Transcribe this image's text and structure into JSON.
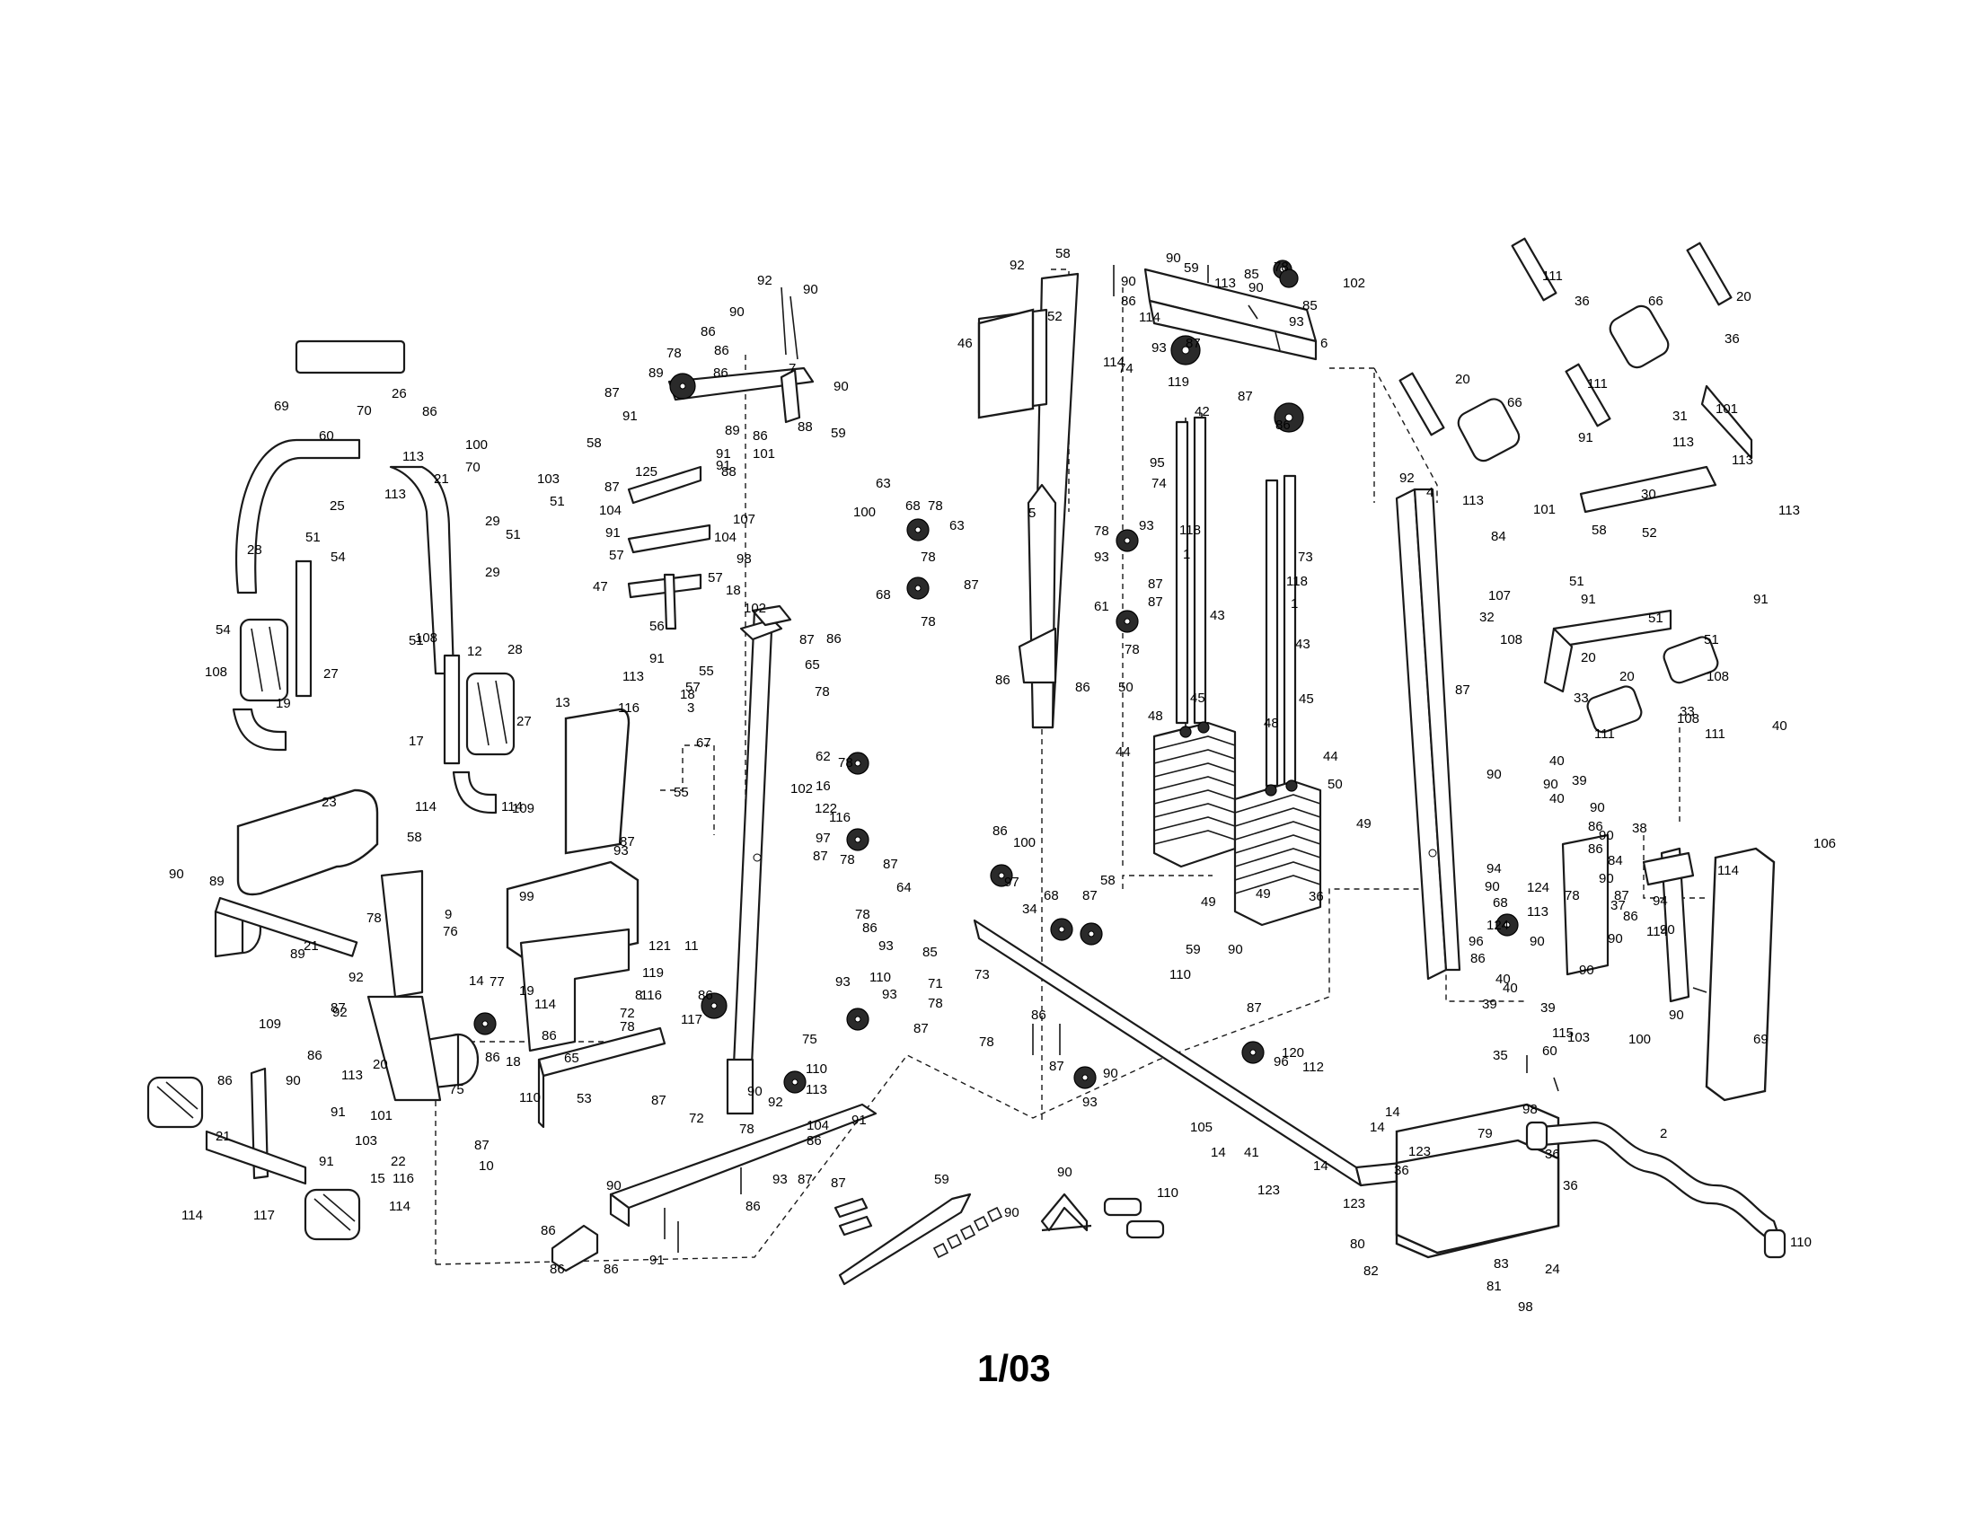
{
  "page_number": "1/03",
  "callouts": [
    "92",
    "90",
    "90",
    "86",
    "86",
    "7",
    "78",
    "89",
    "86",
    "90",
    "87",
    "91",
    "91",
    "59",
    "58",
    "88",
    "88",
    "86",
    "125",
    "89",
    "91",
    "101",
    "87",
    "104",
    "107",
    "91",
    "104",
    "57",
    "98",
    "47",
    "57",
    "18",
    "56",
    "102",
    "86",
    "55",
    "113",
    "91",
    "57",
    "63",
    "68",
    "78",
    "63",
    "100",
    "78",
    "68",
    "78",
    "87",
    "92",
    "58",
    "52",
    "46",
    "114",
    "114",
    "5",
    "90",
    "59",
    "90",
    "86",
    "113",
    "85",
    "78",
    "102",
    "90",
    "85",
    "93",
    "6",
    "74",
    "119",
    "87",
    "93",
    "87",
    "42",
    "86",
    "95",
    "74",
    "118",
    "1",
    "73",
    "118",
    "1",
    "78",
    "93",
    "61",
    "87",
    "93",
    "87",
    "78",
    "43",
    "43",
    "86",
    "86",
    "50",
    "48",
    "48",
    "45",
    "45",
    "44",
    "44",
    "50",
    "49",
    "49",
    "49",
    "36",
    "111",
    "36",
    "20",
    "66",
    "36",
    "111",
    "20",
    "66",
    "91",
    "113",
    "31",
    "113",
    "101",
    "113",
    "30",
    "113",
    "101",
    "58",
    "52",
    "92",
    "4",
    "84",
    "87",
    "91",
    "107",
    "32",
    "51",
    "91",
    "51",
    "108",
    "20",
    "51",
    "33",
    "20",
    "108",
    "33",
    "111",
    "108",
    "111",
    "40",
    "90",
    "40",
    "90",
    "39",
    "40",
    "90",
    "86",
    "90",
    "86",
    "84",
    "90",
    "38",
    "114",
    "106",
    "94",
    "90",
    "68",
    "124",
    "78",
    "124",
    "113",
    "96",
    "90",
    "86",
    "87",
    "86",
    "90",
    "114",
    "37",
    "94",
    "90",
    "90",
    "40",
    "39",
    "90",
    "40",
    "39",
    "115",
    "35",
    "60",
    "103",
    "100",
    "69",
    "60",
    "26",
    "70",
    "86",
    "100",
    "69",
    "113",
    "21",
    "70",
    "103",
    "25",
    "113",
    "29",
    "51",
    "51",
    "29",
    "54",
    "108",
    "28",
    "51",
    "51",
    "28",
    "54",
    "27",
    "108",
    "27",
    "17",
    "12",
    "114",
    "109",
    "19",
    "114",
    "23",
    "58",
    "76",
    "90",
    "89",
    "78",
    "89",
    "21",
    "92",
    "9",
    "87",
    "14",
    "77",
    "19",
    "109",
    "92",
    "90",
    "86",
    "86",
    "18",
    "20",
    "113",
    "75",
    "91",
    "101",
    "87",
    "103",
    "91",
    "86",
    "22",
    "10",
    "21",
    "15",
    "116",
    "114",
    "117",
    "114",
    "13",
    "116",
    "3",
    "67",
    "55",
    "87",
    "102",
    "18",
    "87",
    "65",
    "78",
    "93",
    "87",
    "62",
    "78",
    "16",
    "122",
    "116",
    "97",
    "99",
    "11",
    "121",
    "119",
    "116",
    "114",
    "117",
    "86",
    "8",
    "86",
    "65",
    "72",
    "78",
    "110",
    "53",
    "87",
    "75",
    "86",
    "78",
    "87",
    "100",
    "64",
    "97",
    "34",
    "68",
    "87",
    "58",
    "78",
    "86",
    "93",
    "110",
    "93",
    "78",
    "93",
    "71",
    "85",
    "87",
    "78",
    "73",
    "86",
    "87",
    "90",
    "93",
    "59",
    "90",
    "110",
    "87",
    "120",
    "96",
    "112",
    "105",
    "14",
    "41",
    "123",
    "14",
    "123",
    "14",
    "123",
    "14",
    "36",
    "79",
    "36",
    "36",
    "80",
    "82",
    "83",
    "81",
    "24",
    "98",
    "98",
    "2",
    "110",
    "110",
    "90",
    "59",
    "87",
    "90",
    "86",
    "86",
    "86",
    "90",
    "86",
    "91",
    "93",
    "87",
    "78",
    "104",
    "86",
    "92",
    "90",
    "72",
    "91",
    "113",
    "110"
  ]
}
